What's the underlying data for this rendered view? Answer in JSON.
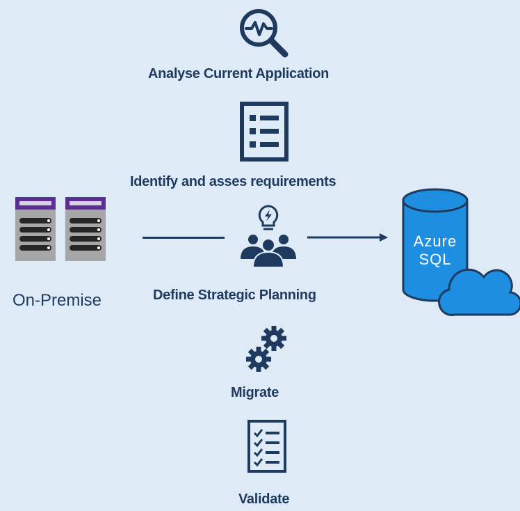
{
  "steps": [
    {
      "label": "Analyse Current Application",
      "icon": "magnifier-pulse-icon"
    },
    {
      "label": "Identify and asses requirements",
      "icon": "checklist-icon"
    },
    {
      "label": "Define Strategic Planning",
      "icon": "team-idea-icon"
    },
    {
      "label": "Migrate",
      "icon": "gears-icon"
    },
    {
      "label": "Validate",
      "icon": "checkbox-list-icon"
    }
  ],
  "source": {
    "label": "On-Premise",
    "icon": "server-rack-icon"
  },
  "target": {
    "label_line1": "Azure",
    "label_line2": "SQL",
    "icon": "database-cloud-icon"
  },
  "colors": {
    "background": "#deebf7",
    "navy": "#1f3a5f",
    "azure_blue": "#1e8fe0",
    "server_gray": "#a6a6a6",
    "server_purple": "#5b2e91"
  }
}
